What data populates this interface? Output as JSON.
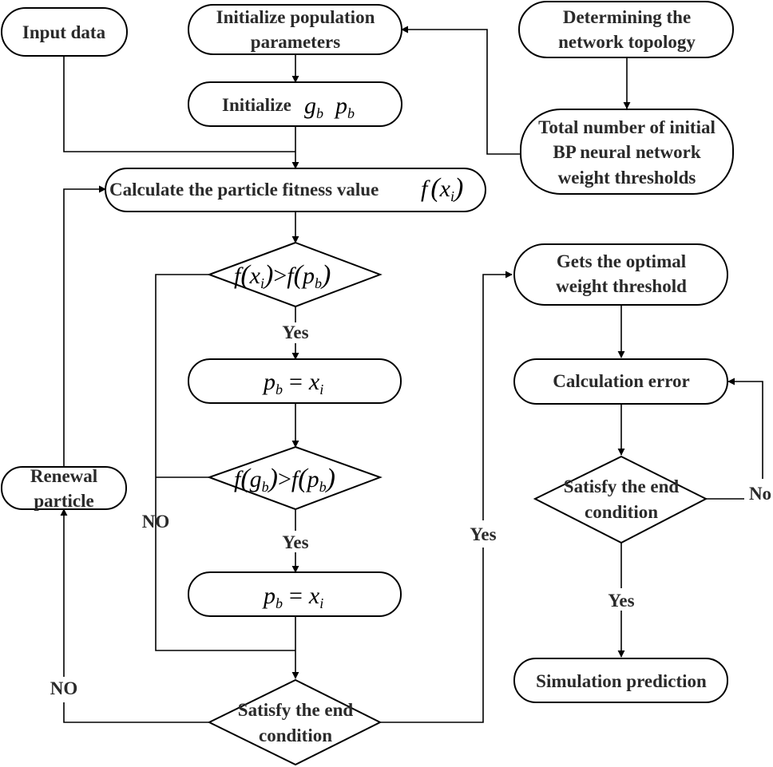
{
  "nodes": {
    "input_data": "Input data",
    "init_population": [
      "Initialize population",
      "parameters"
    ],
    "init_gb_pb_prefix": "Initialize",
    "determine_topology": [
      "Determining the",
      "network topology"
    ],
    "total_weights": [
      "Total number of initial",
      "BP neural network",
      "weight thresholds"
    ],
    "calc_fitness": "Calculate the particle fitness value",
    "renewal_particle": [
      "Renewal",
      "particle"
    ],
    "end_condition_left": [
      "Satisfy the end",
      "condition"
    ],
    "optimal_weight": [
      "Gets the optimal",
      "weight threshold"
    ],
    "calc_error": "Calculation error",
    "end_condition_right": [
      "Satisfy the end",
      "condition"
    ],
    "simulation_prediction": "Simulation prediction"
  },
  "edge_labels": {
    "yes_1": "Yes",
    "yes_2": "Yes",
    "no_inner": "NO",
    "no_outer": "NO",
    "yes_to_optimal": "Yes",
    "no_right": "No",
    "yes_right": "Yes"
  },
  "math": {
    "f": "f",
    "x": "x",
    "i": "i",
    "p": "p",
    "g": "g",
    "b": "b",
    "gt": ">",
    "eq": "=",
    "lp": "(",
    "rp": ")"
  }
}
